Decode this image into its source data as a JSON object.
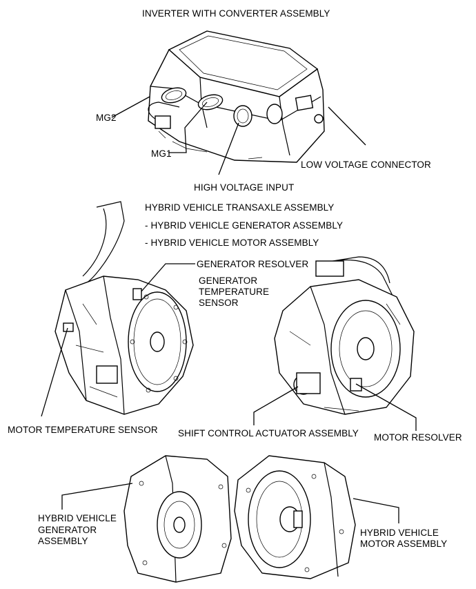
{
  "labels": {
    "inverter_title": "INVERTER WITH CONVERTER ASSEMBLY",
    "mg2": "MG2",
    "mg1": "MG1",
    "high_voltage_input": "HIGH VOLTAGE INPUT",
    "low_voltage_connector": "LOW VOLTAGE CONNECTOR",
    "transaxle_title": "HYBRID VEHICLE TRANSAXLE ASSEMBLY",
    "transaxle_sub1": "- HYBRID VEHICLE GENERATOR ASSEMBLY",
    "transaxle_sub2": "- HYBRID VEHICLE MOTOR ASSEMBLY",
    "generator_resolver": "GENERATOR RESOLVER",
    "gen_temp_sensor": [
      "GENERATOR",
      "TEMPERATURE",
      "SENSOR"
    ],
    "motor_temp_sensor": "MOTOR TEMPERATURE SENSOR",
    "shift_control_actuator": "SHIFT CONTROL ACTUATOR ASSEMBLY",
    "motor_resolver": "MOTOR RESOLVER",
    "hv_generator_assembly": [
      "HYBRID VEHICLE",
      "GENERATOR",
      "ASSEMBLY"
    ],
    "hv_motor_assembly": [
      "HYBRID VEHICLE",
      "MOTOR ASSEMBLY"
    ]
  },
  "icons": [
    "inverter-drawing",
    "transaxle-left-drawing",
    "transaxle-right-drawing",
    "generator-assembly-drawing",
    "motor-assembly-drawing"
  ]
}
